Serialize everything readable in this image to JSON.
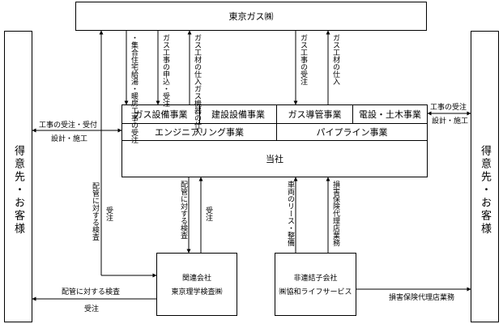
{
  "top_company": "東京ガス㈱",
  "left_customer": "得意先・お客様",
  "right_customer": "得意先・お客様",
  "segments_row1": [
    "ガス設備事業",
    "建設設備事業",
    "ガス導管事業",
    "電設・土木事業"
  ],
  "segments_row2": [
    "エンジニアリング事業",
    "パイプライン事業"
  ],
  "company": "当社",
  "related_company": {
    "line1": "関連会社",
    "line2": "東京理学検査㈱"
  },
  "non_consolidated": {
    "line1": "非連結子会社",
    "line2": "㈱協和ライフサービス"
  },
  "labels": {
    "top_a": "・集合住宅給湯・暖房工事の受注",
    "top_b": "ガス工事の申込・受注",
    "top_c": "ガス工材の仕入ガス機器の仕入",
    "top_d": "ガス工事の受注",
    "top_e": "ガス工材の仕入",
    "left_order": "工事の受注・受付",
    "left_design": "設計・施工",
    "right_order": "工事の受注",
    "right_design": "設計・施工",
    "inspect_left_v": "配管に対する検査",
    "order_left_v": "受注",
    "inspect_mid_v": "配管に対する検査",
    "order_mid_v": "受注",
    "lease": "車両のリース・整備",
    "insurance_v": "損害保険代理店業務",
    "bottom_inspect": "配管に対する検査",
    "bottom_order": "受注",
    "bottom_insurance": "損害保険代理店業務"
  }
}
